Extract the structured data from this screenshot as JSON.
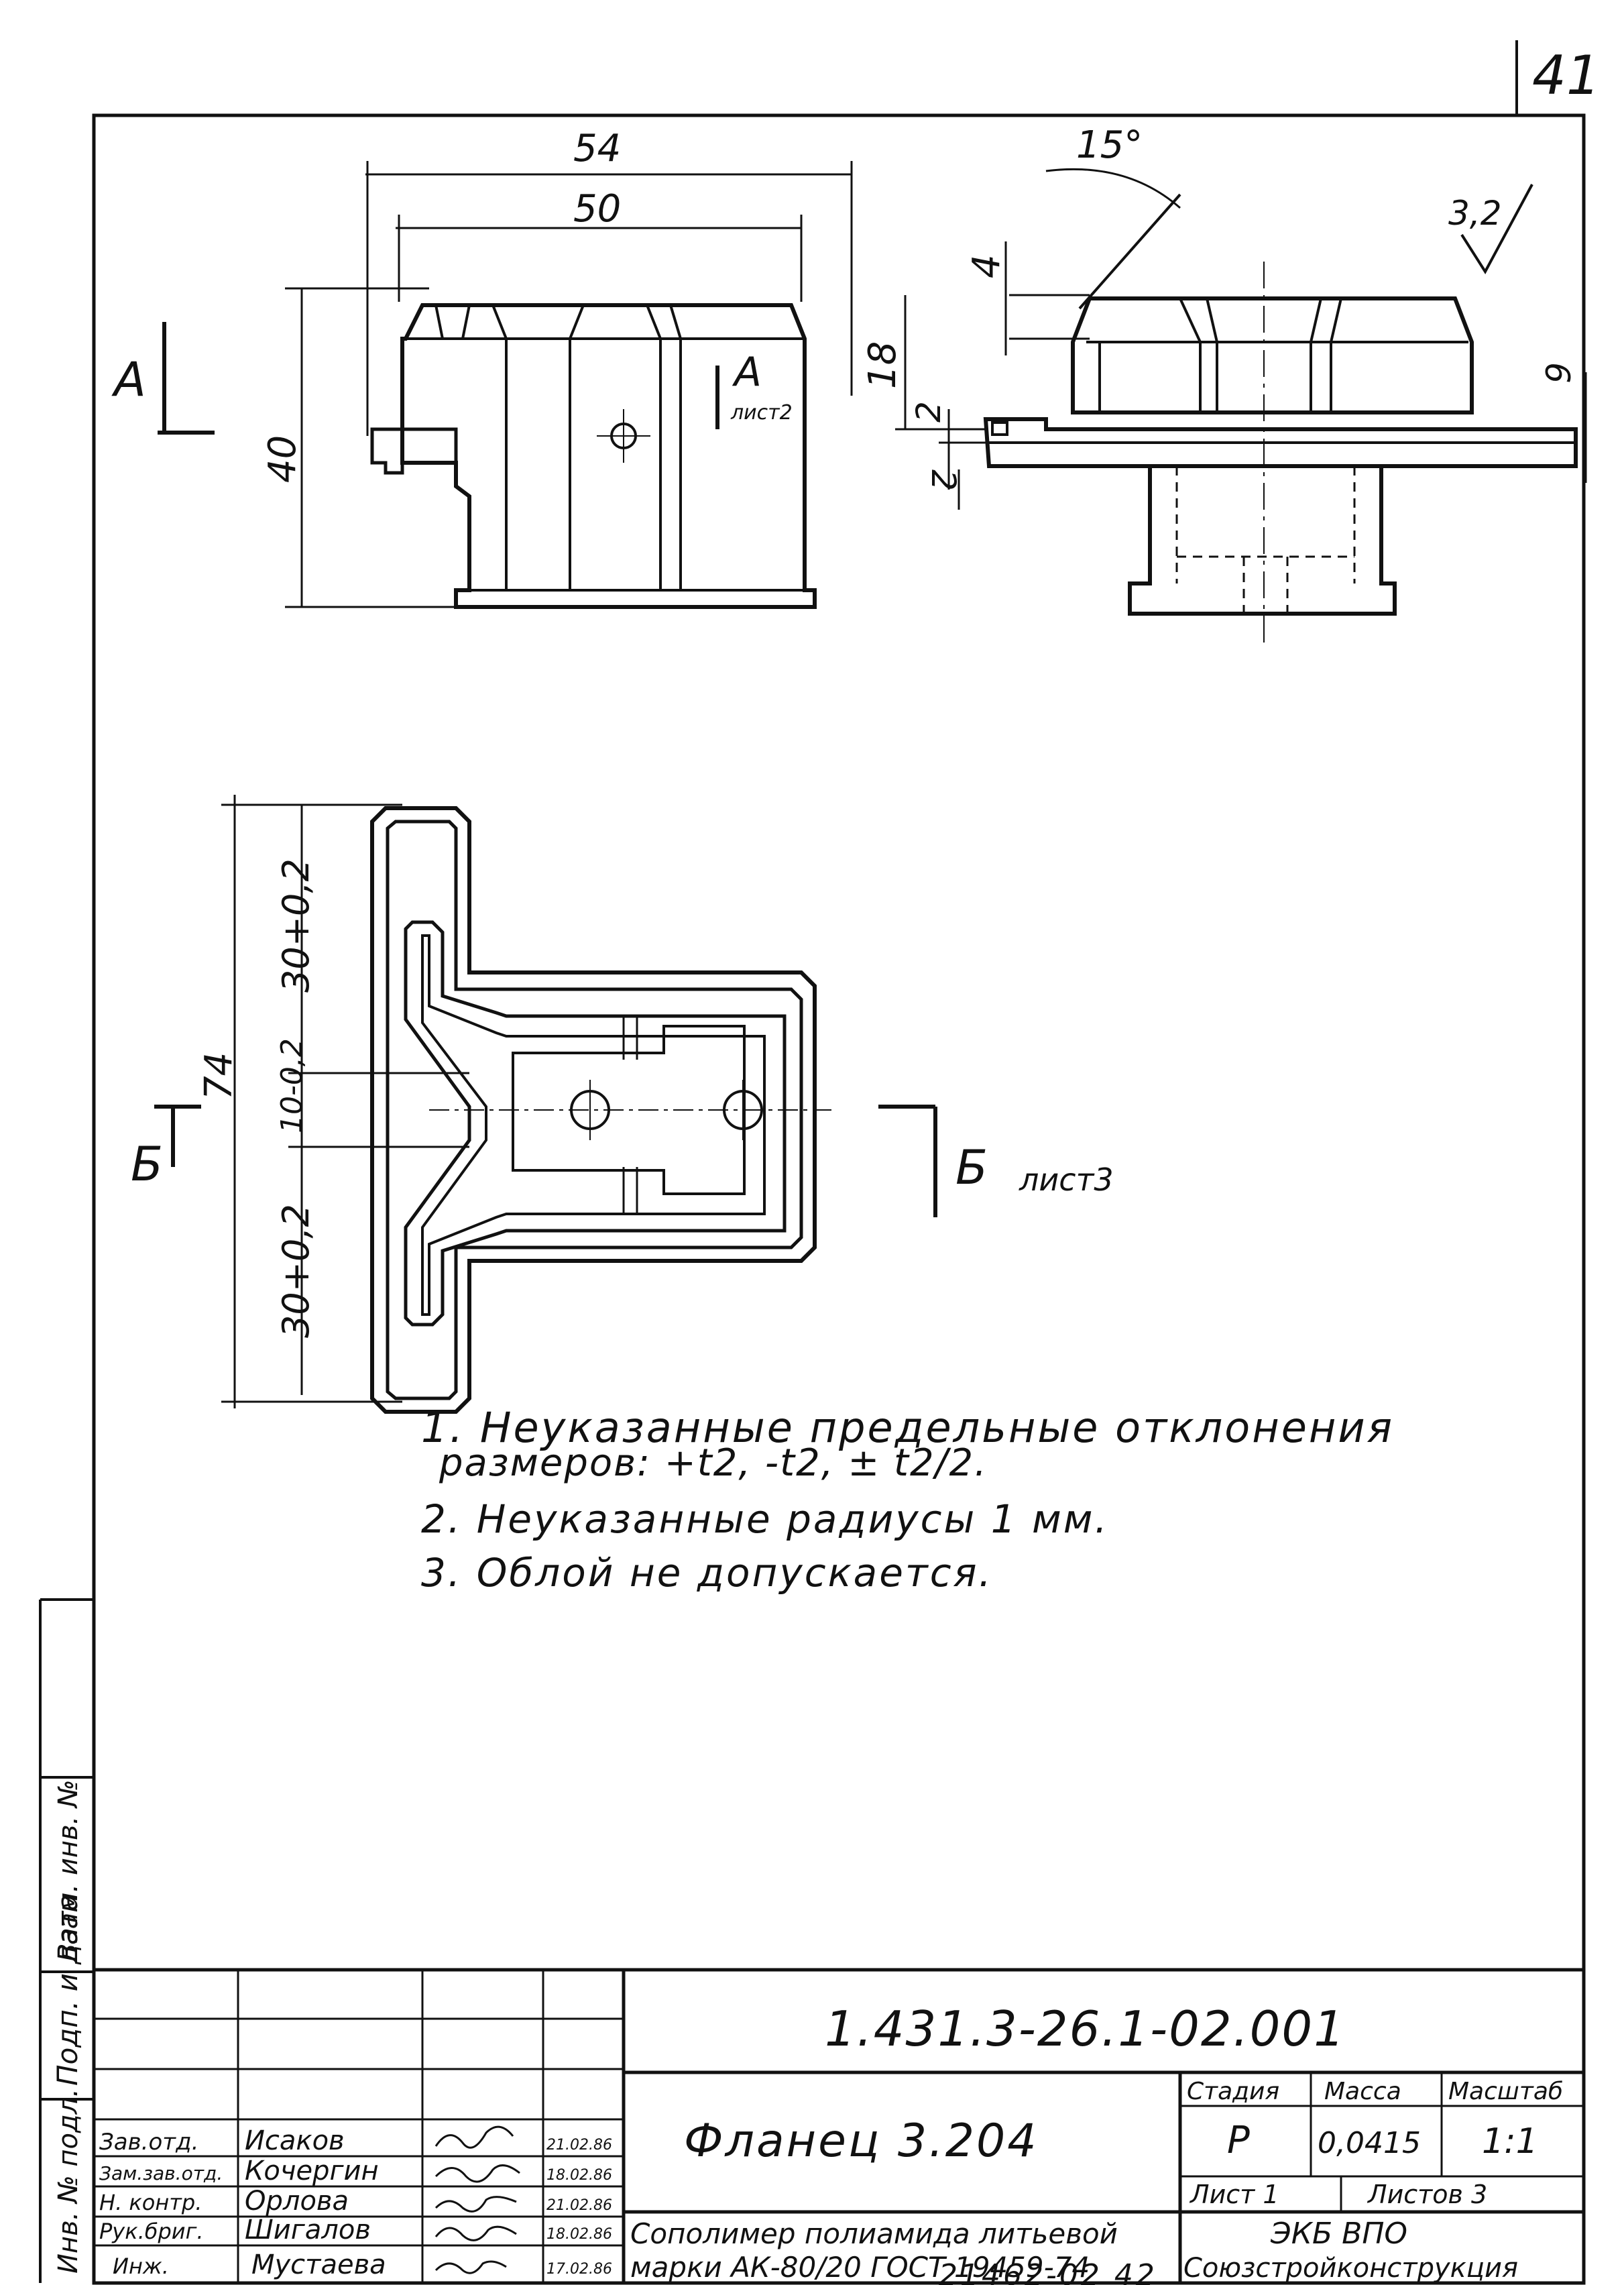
{
  "sheet": {
    "page_number": "41",
    "bottom_code": "21462-02  42"
  },
  "views": {
    "front": {
      "section_label": "А",
      "section_ref_label": "А",
      "section_ref_sheet": "лист2",
      "dim_width_outer": "54",
      "dim_width_inner": "50",
      "dim_height": "40"
    },
    "side": {
      "angle": "15°",
      "roughness": "3,2",
      "dim_4": "4",
      "dim_18": "18",
      "dim_2a": "2",
      "dim_2b": "2",
      "dim_6": "6"
    },
    "plan": {
      "section_label_left": "Б",
      "section_label_right": "Б",
      "section_ref_sheet": "лист3",
      "dim_total": "74",
      "dim_top": "30+0,2",
      "dim_mid": "10-0,2",
      "dim_bottom": "30+0,2"
    }
  },
  "notes": [
    "1. Неуказанные предельные отклонения",
    "размеров: +t2, -t2, ± t2/2.",
    "2. Неуказанные радиусы 1 мм.",
    "3. Облой не допускается."
  ],
  "side_stamp": [
    "Инв. № подл.",
    "Подп. и дата",
    "Взам. инв. №"
  ],
  "title_block": {
    "designation": "1.431.3-26.1-02.001",
    "part_name": "Фланец 3.204",
    "material_line1": "Сополимер полиамида литьевой",
    "material_line2": "марки АК-80/20 ГОСТ 19459-74",
    "stage_header": "Стадия",
    "mass_header": "Масса",
    "scale_header": "Масштаб",
    "stage": "Р",
    "mass": "0,0415",
    "scale": "1:1",
    "sheet": "Лист 1",
    "sheets": "Листов 3",
    "org_line1": "ЭКБ ВПО",
    "org_line2": "Союзстройконструкция",
    "signatures": [
      {
        "role": "Зав.отд.",
        "name": "Исаков",
        "date": "21.02.86"
      },
      {
        "role": "Зам.зав.отд.",
        "name": "Кочергин",
        "date": "18.02.86"
      },
      {
        "role": "Н. контр.",
        "name": "Орлова",
        "date": "21.02.86"
      },
      {
        "role": "Рук.бриг.",
        "name": "Шигалов",
        "date": "18.02.86"
      },
      {
        "role": "Инж.",
        "name": "Мустаева",
        "date": "17.02.86"
      }
    ]
  }
}
